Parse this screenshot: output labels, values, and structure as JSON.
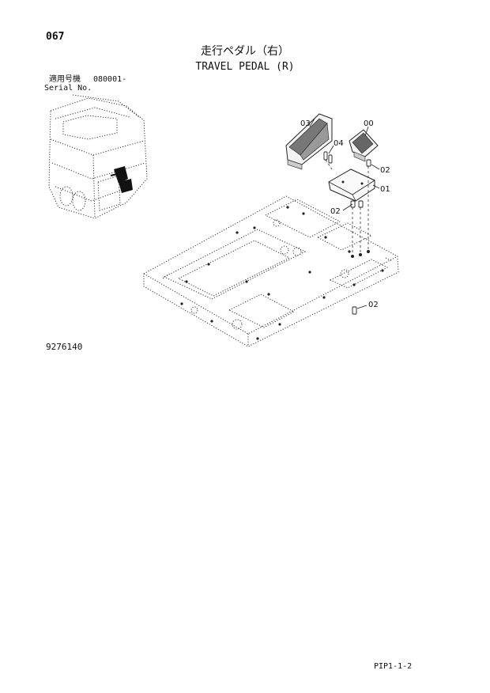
{
  "header": {
    "page_number": "067",
    "title_jp": "走行ペダル（右）",
    "title_en": "TRAVEL PEDAL (R)",
    "serial_label_jp": "適用号機",
    "serial_number": "080001-",
    "serial_label_en": "Serial No."
  },
  "diagram": {
    "callouts": [
      "03",
      "00",
      "04",
      "02",
      "01",
      "02",
      "02"
    ]
  },
  "footer": {
    "drawing_number": "9276140",
    "sheet_id": "PIP1-1-2"
  }
}
